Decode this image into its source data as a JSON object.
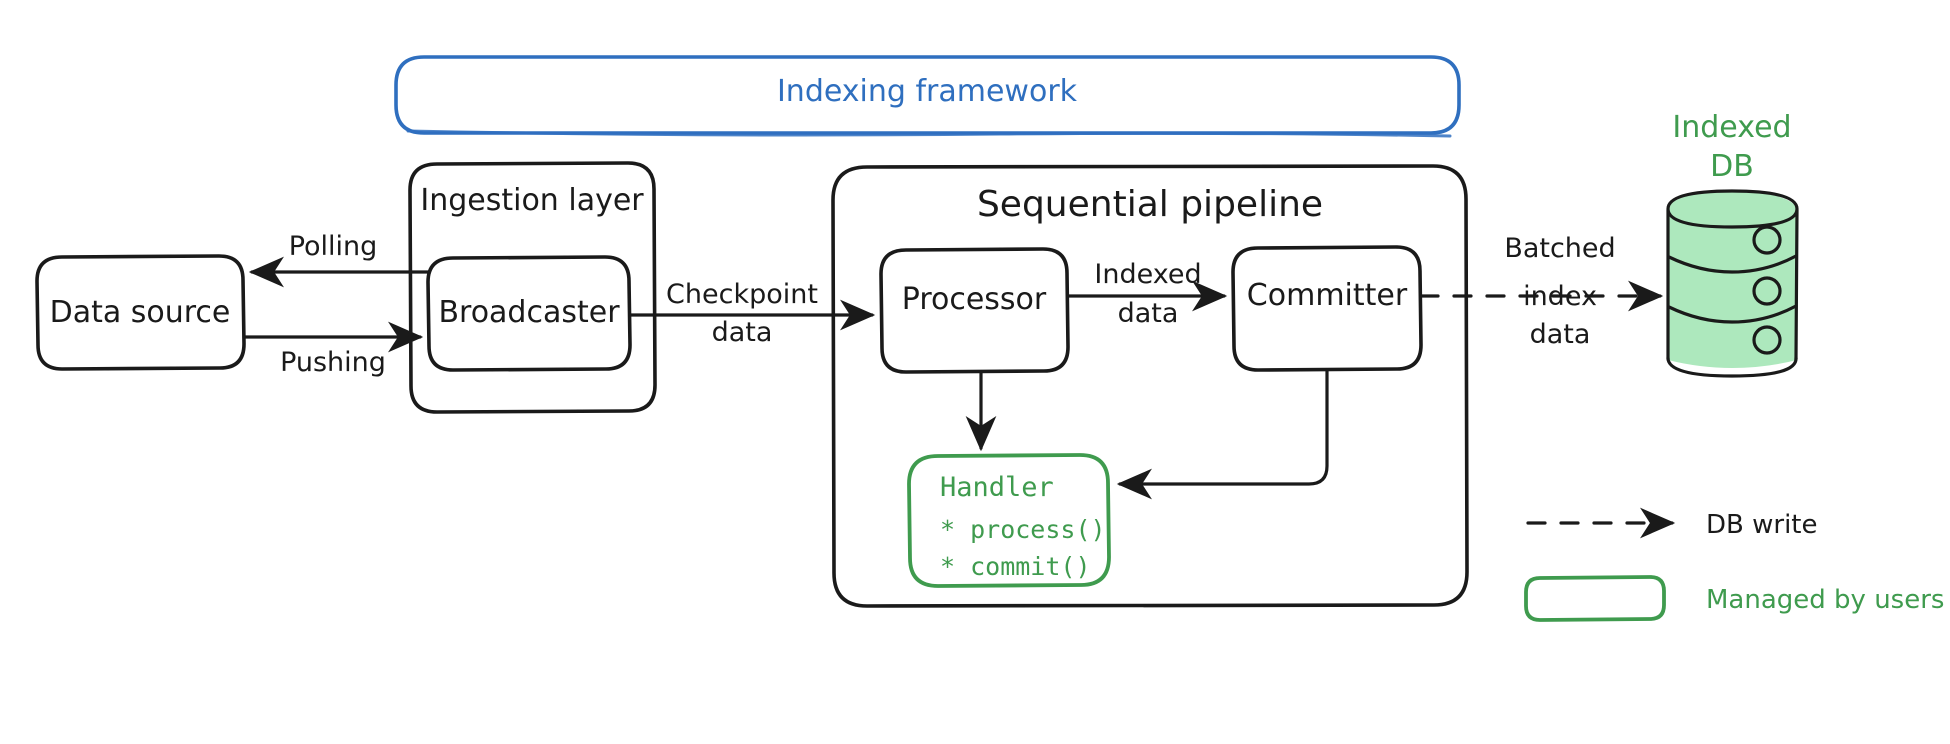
{
  "diagram": {
    "title": "Indexing framework architecture",
    "colors": {
      "ink": "#1a1a1a",
      "blue": "#2f6fbf",
      "green": "#3f9b4e",
      "db_fill": "#ade8bd",
      "background": "#ffffff"
    },
    "framework_frame": {
      "label": "Indexing framework"
    },
    "nodes": {
      "data_source": {
        "label": "Data source"
      },
      "ingestion_layer": {
        "label": "Ingestion layer"
      },
      "broadcaster": {
        "label": "Broadcaster"
      },
      "sequential_pipeline": {
        "label": "Sequential pipeline"
      },
      "processor": {
        "label": "Processor"
      },
      "committer": {
        "label": "Committer"
      },
      "handler": {
        "title": "Handler",
        "methods": [
          "* process()",
          "* commit()"
        ]
      },
      "indexed_db": {
        "label_line1": "Indexed",
        "label_line2": "DB"
      }
    },
    "edges": [
      {
        "id": "polling",
        "label_line1": "Polling",
        "label_line2": "",
        "label_line3": "",
        "from": "broadcaster",
        "to": "data_source",
        "style": "solid"
      },
      {
        "id": "pushing",
        "label_line1": "Pushing",
        "label_line2": "",
        "label_line3": "",
        "from": "data_source",
        "to": "broadcaster",
        "style": "solid"
      },
      {
        "id": "checkpoint",
        "label_line1": "Checkpoint",
        "label_line2": "data",
        "label_line3": "",
        "from": "broadcaster",
        "to": "processor",
        "style": "solid"
      },
      {
        "id": "indexed",
        "label_line1": "Indexed",
        "label_line2": "data",
        "label_line3": "",
        "from": "processor",
        "to": "committer",
        "style": "solid"
      },
      {
        "id": "batched",
        "label_line1": "Batched",
        "label_line2": "index",
        "label_line3": "data",
        "from": "committer",
        "to": "indexed_db",
        "style": "dashed"
      },
      {
        "id": "processor-handler",
        "label_line1": "",
        "label_line2": "",
        "label_line3": "",
        "from": "processor",
        "to": "handler",
        "style": "solid"
      },
      {
        "id": "committer-handler",
        "label_line1": "",
        "label_line2": "",
        "label_line3": "",
        "from": "committer",
        "to": "handler",
        "style": "solid"
      }
    ],
    "legend": {
      "items": [
        {
          "id": "db-write",
          "label": "DB write",
          "swatch": "dashed-arrow",
          "text_color": "#1a1a1a"
        },
        {
          "id": "managed-by-users",
          "label": "Managed by users",
          "swatch": "green-rounded-rect",
          "text_color": "#3f9b4e"
        }
      ]
    }
  }
}
